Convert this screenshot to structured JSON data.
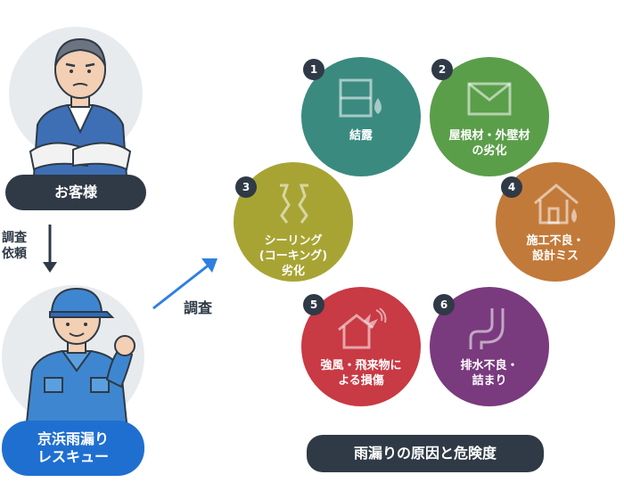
{
  "customer": {
    "label": "お客様",
    "request_label": "調査\n依頼"
  },
  "rescue": {
    "label": "京浜雨漏り\nレスキュー",
    "investigate_label": "調査"
  },
  "causes": [
    {
      "num": "1",
      "label": "結露",
      "color": "#3a8a80",
      "icon": "condensation-icon"
    },
    {
      "num": "2",
      "label": "屋根材・外壁材\nの劣化",
      "color": "#5a9e4a",
      "icon": "envelope-crack-icon"
    },
    {
      "num": "3",
      "label": "シーリング\n(コーキング)\n劣化",
      "color": "#a8a434",
      "icon": "sealing-crack-icon"
    },
    {
      "num": "4",
      "label": "施工不良・\n設計ミス",
      "color": "#c27a3a",
      "icon": "house-drop-icon"
    },
    {
      "num": "5",
      "label": "強風・飛来物に\nよる損傷",
      "color": "#c83a44",
      "icon": "house-impact-icon"
    },
    {
      "num": "6",
      "label": "排水不良・\n詰まり",
      "color": "#7a3a7e",
      "icon": "drain-pipe-icon"
    }
  ],
  "caption": "雨漏りの原因と危険度",
  "colors": {
    "dark_navy": "#2f3a46",
    "rescue_blue": "#1f6fd1",
    "arrow_blue": "#2f7fe0"
  }
}
